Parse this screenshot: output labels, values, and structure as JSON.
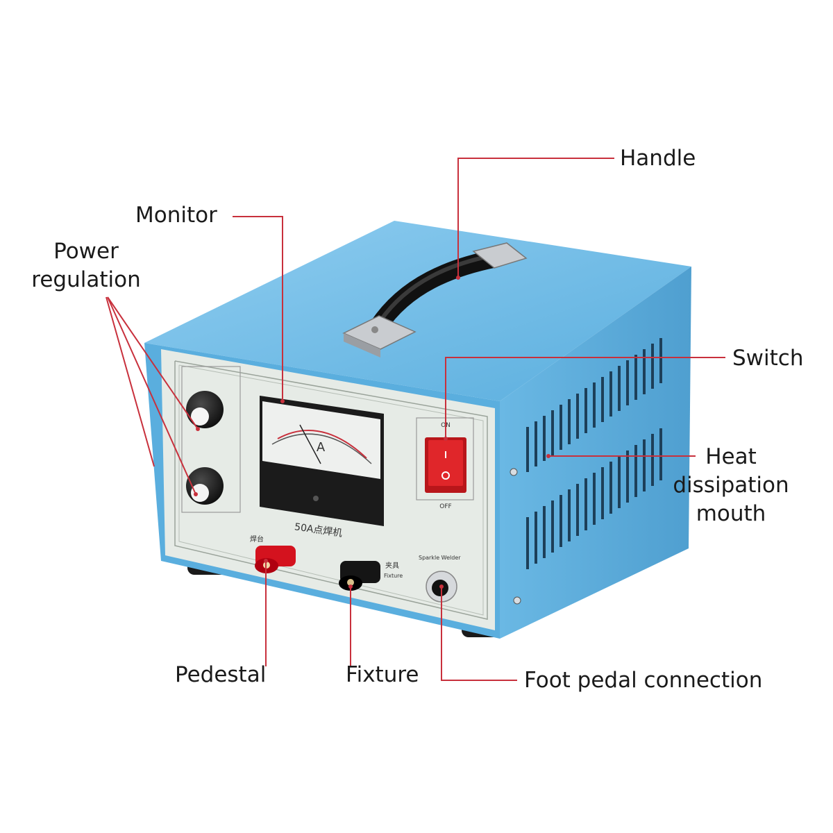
{
  "labels": {
    "handle": "Handle",
    "monitor": "Monitor",
    "power_regulation_line1": "Power",
    "power_regulation_line2": "regulation",
    "switch": "Switch",
    "heat_line1": "Heat",
    "heat_line2": "dissipation",
    "heat_line3": "mouth",
    "pedestal": "Pedestal",
    "fixture": "Fixture",
    "foot_pedal": "Foot pedal connection"
  },
  "panel": {
    "model_text": "50A点焊机",
    "meter_unit": "A",
    "switch_on": "ON",
    "switch_off": "OFF",
    "pedestal_cn": "焊台",
    "fixture_cn": "夹具",
    "fixture_en": "Fixture",
    "sparkle_welder": "Sparkle Welder"
  },
  "colors": {
    "leader_line": "#c8303c",
    "body_blue": "#5aaede",
    "panel_face": "#e6ebe6",
    "switch_red": "#e0262a",
    "terminal_red": "#d4121e"
  }
}
